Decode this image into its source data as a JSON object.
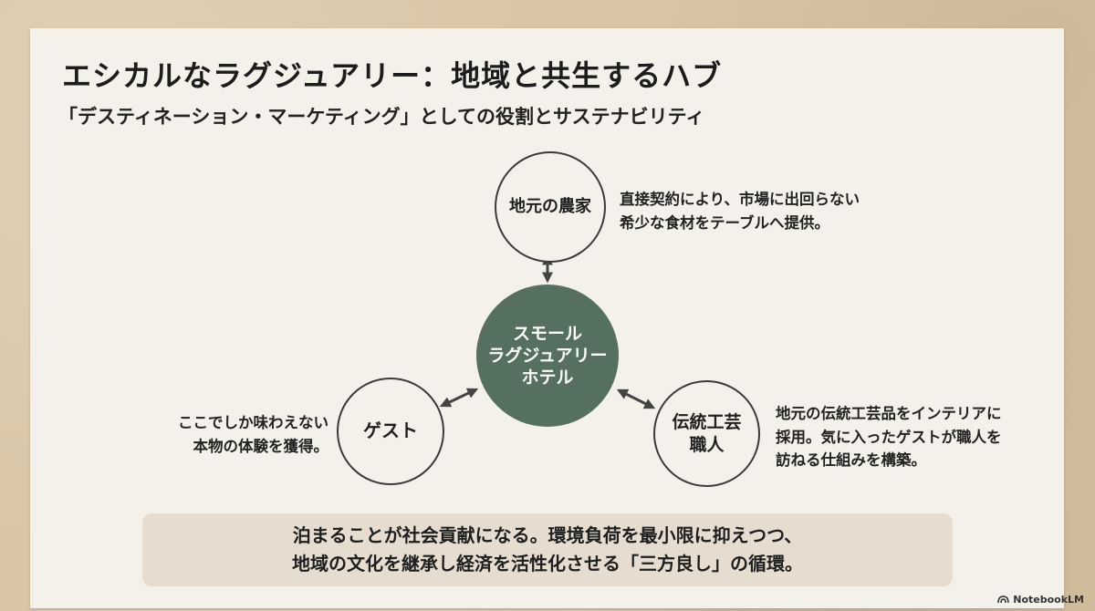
{
  "title": "エシカルなラグジュアリー：地域と共生するハブ",
  "subtitle": "「デスティネーション・マーケティング」としての役割とサステナビリティ",
  "nodes": {
    "center": {
      "label": "スモール\nラグジュアリー\nホテル"
    },
    "farmer": {
      "label": "地元の農家",
      "description": "直接契約により、市場に出回らない\n希少な食材をテーブルへ提供。"
    },
    "guest": {
      "label": "ゲスト",
      "description": "ここでしか味わえない\n本物の体験を獲得。"
    },
    "craftsman": {
      "label": "伝統工芸\n職人",
      "description": "地元の伝統工芸品をインテリアに\n採用。気に入ったゲストが職人を\n訪ねる仕組みを構築。"
    }
  },
  "footer": {
    "line1": "泊まることが社会貢献になる。環境負荷を最小限に抑えつつ、",
    "line2": "地域の文化を継承し経済を活性化させる「三方良し」の循環。"
  },
  "brand": "NotebookLM",
  "colors": {
    "center_fill": "#55705f",
    "paper": "#f4f1ea",
    "footer_bg": "#e6ddd0",
    "background": "#d9c6a6"
  }
}
